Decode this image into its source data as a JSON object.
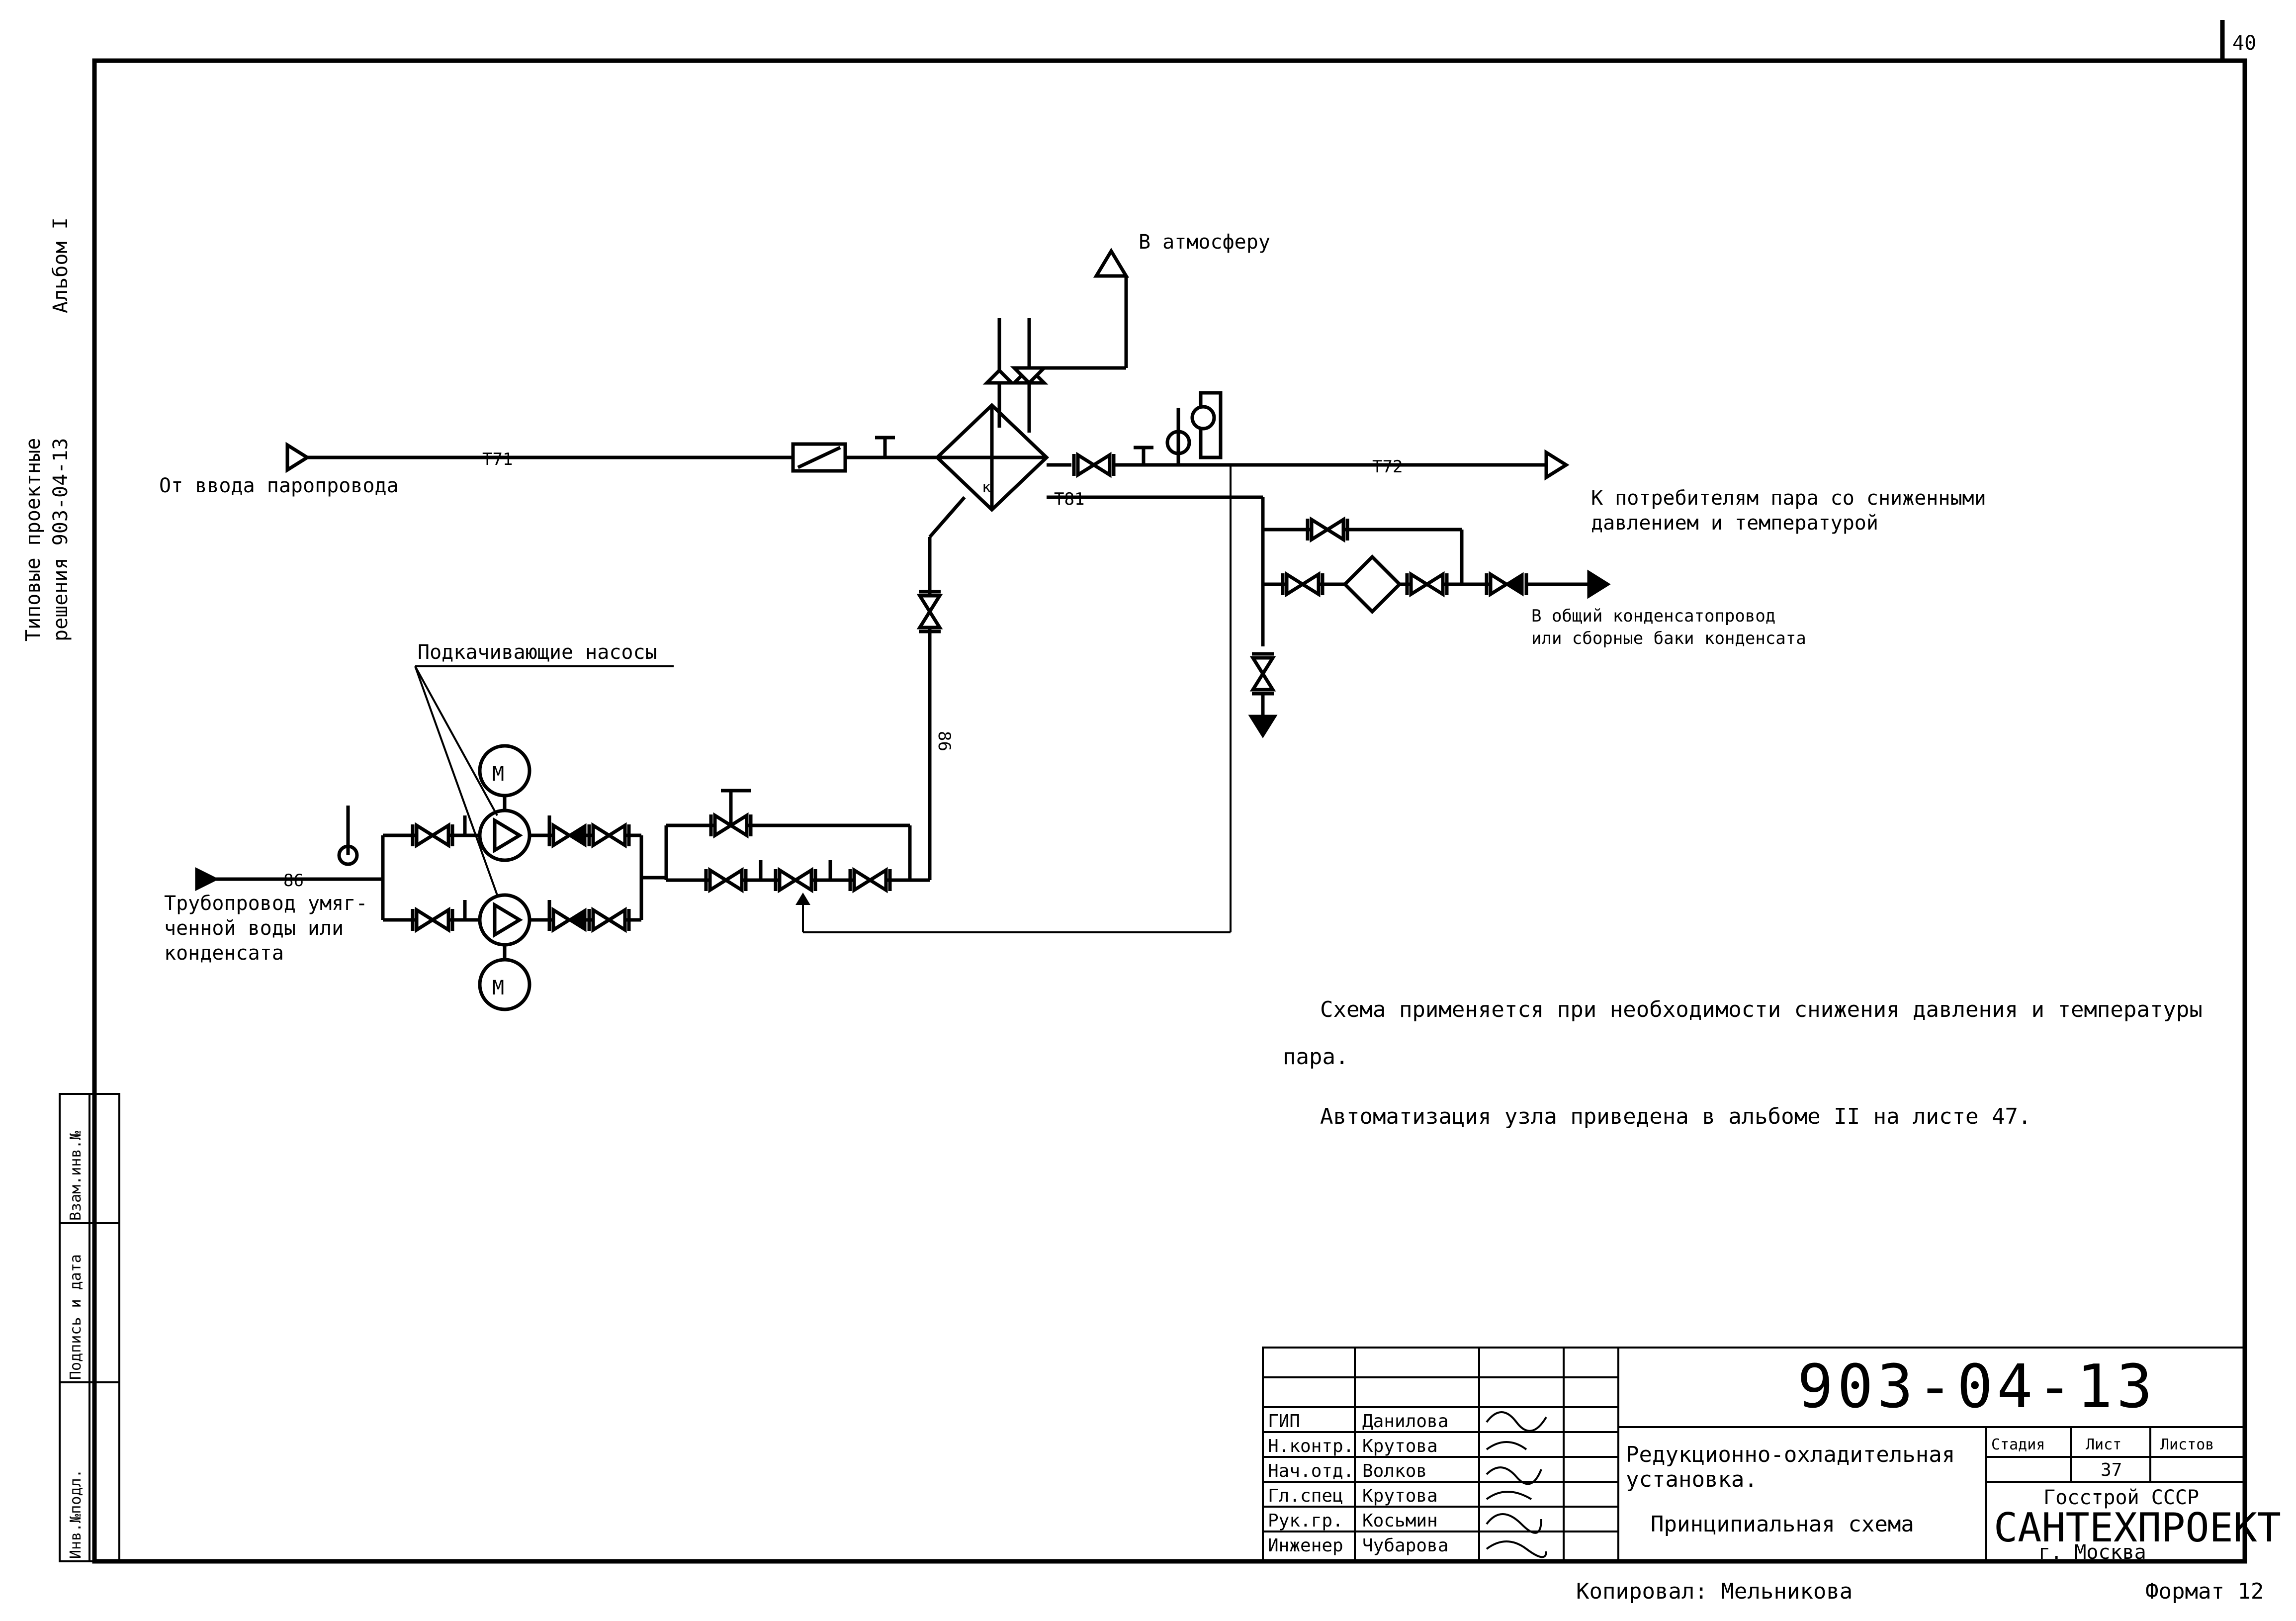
{
  "sheet_number": "40",
  "side_title": {
    "line1": "Типовые проектные",
    "line2": "решения 903-04-13",
    "album": "Альбом I"
  },
  "side_stamp": {
    "inv_orig": "Инв.№подл.",
    "sign_date": "Подпись и дата",
    "inv_repl": "Взам.инв.№"
  },
  "diagram": {
    "to_atmosphere": "В атмосферу",
    "steam_source": "От ввода паропровода",
    "pipe_t71": "Т71",
    "pipe_t72": "Т72",
    "pipe_t81": "Т81",
    "pipe_86_top": "86",
    "pipe_86_left": "86",
    "consumer_line1": "К потребителям пара со сниженными",
    "consumer_line2": "давлением и температурой",
    "condensate_line1": "В общий конденсатопровод",
    "condensate_line2": "или сборные баки конденсата",
    "pumps_label": "Подкачивающие насосы",
    "motor_top": "М",
    "motor_bottom": "М",
    "water_line1": "Трубопровод умяг-",
    "water_line2": "ченной воды или",
    "water_line3": "конденсата"
  },
  "notes": {
    "note1_line1": "Схема применяется при необходимости снижения давления и температуры",
    "note1_line2": "пара.",
    "note2": "Автоматизация узла приведена в альбоме II на листе 47."
  },
  "title_block": {
    "doc_code": "903-04-13",
    "roles": [
      "ГИП",
      "Н.контр.",
      "Нач.отд.",
      "Гл.спец",
      "Рук.гр.",
      "Инженер"
    ],
    "names": [
      "Данилова",
      "Крутова",
      "Волков",
      "Крутова",
      "Косьмин",
      "Чубарова"
    ],
    "title_line1": "Редукционно-охладительная",
    "title_line2": "установка.",
    "title_line3": "Принципиальная схема",
    "stage_header": "Стадия",
    "sheet_header": "Лист",
    "sheets_header": "Листов",
    "sheet_value": "37",
    "org_line1": "Госстрой СССР",
    "org_line2": "САНТЕХПРОЕКТ",
    "org_line3": "г. Москва"
  },
  "footer": {
    "copied_by": "Копировал: Мельникова",
    "format": "Формат 12"
  }
}
